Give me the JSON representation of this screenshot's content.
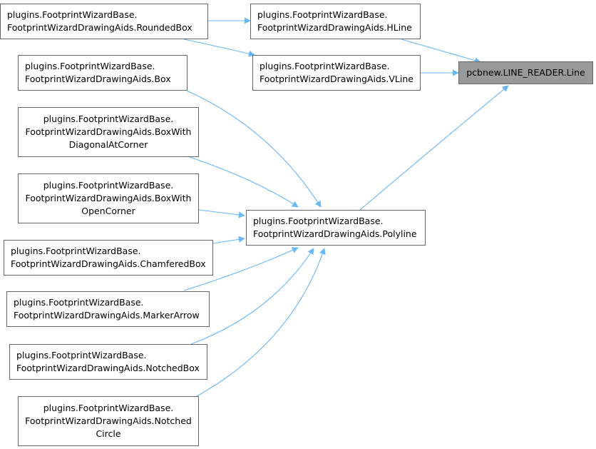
{
  "colors": {
    "edge": "#63b8ff",
    "node_border": "#666666",
    "root_fill": "#999999"
  },
  "nodes": {
    "root": {
      "lines": [
        "pcbnew.LINE_READER.Line"
      ]
    },
    "hline": {
      "lines": [
        "plugins.FootprintWizardBase.",
        "FootprintWizardDrawingAids.HLine"
      ]
    },
    "vline": {
      "lines": [
        "plugins.FootprintWizardBase.",
        "FootprintWizardDrawingAids.VLine"
      ]
    },
    "roundedbox": {
      "lines": [
        "plugins.FootprintWizardBase.",
        "FootprintWizardDrawingAids.RoundedBox"
      ]
    },
    "polyline": {
      "lines": [
        "plugins.FootprintWizardBase.",
        "FootprintWizardDrawingAids.Polyline"
      ]
    },
    "box": {
      "lines": [
        "plugins.FootprintWizardBase.",
        "FootprintWizardDrawingAids.Box"
      ]
    },
    "boxdiag": {
      "lines": [
        "plugins.FootprintWizardBase.",
        "FootprintWizardDrawingAids.BoxWith",
        "DiagonalAtCorner"
      ]
    },
    "boxopen": {
      "lines": [
        "plugins.FootprintWizardBase.",
        "FootprintWizardDrawingAids.BoxWith",
        "OpenCorner"
      ]
    },
    "chamfered": {
      "lines": [
        "plugins.FootprintWizardBase.",
        "FootprintWizardDrawingAids.ChamferedBox"
      ]
    },
    "marker": {
      "lines": [
        "plugins.FootprintWizardBase.",
        "FootprintWizardDrawingAids.MarkerArrow"
      ]
    },
    "notchedbox": {
      "lines": [
        "plugins.FootprintWizardBase.",
        "FootprintWizardDrawingAids.NotchedBox"
      ]
    },
    "notchedcircle": {
      "lines": [
        "plugins.FootprintWizardBase.",
        "FootprintWizardDrawingAids.Notched",
        "Circle"
      ]
    }
  }
}
